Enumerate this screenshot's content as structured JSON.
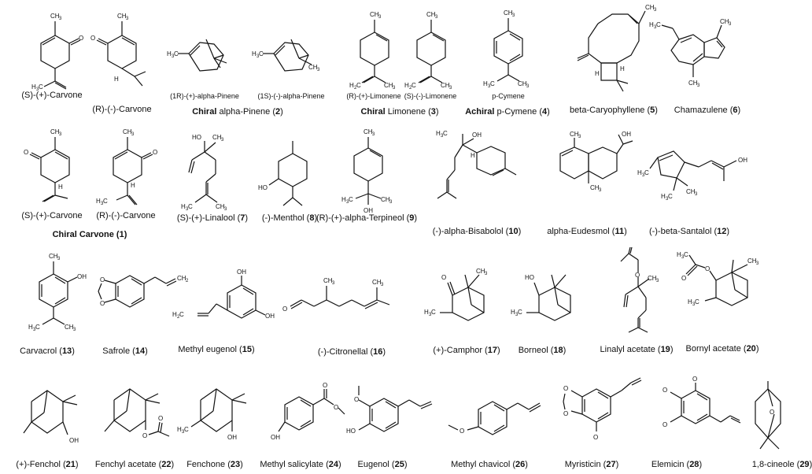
{
  "header": {},
  "row1": {
    "carvone_s_top": "(S)-(+)-Carvone",
    "carvone_r_top": "(R)-(-)-Carvone",
    "pinene_1r": "(1R)-(+)-alpha-Pinene",
    "pinene_1s": "(1S)-(-)-alpha-Pinene",
    "pinene_group_bold": "Chiral",
    "pinene_group_rest": " alpha-Pinene (",
    "pinene_group_num": "2",
    "limonene_r": "(R)-(+)-Limonene",
    "limonene_s": "(S)-(-)-Limonene",
    "limonene_group_bold": "Chiral",
    "limonene_group_rest": " Limonene (",
    "limonene_group_num": "3",
    "pcymene_sub": "p-Cymene",
    "pcymene_bold": "Achiral",
    "pcymene_rest": " p-Cymene (",
    "pcymene_num": "4",
    "caryophyllene": "beta-Caryophyllene (",
    "caryophyllene_num": "5",
    "chamazulene": "Chamazulene (",
    "chamazulene_num": "6"
  },
  "row2": {
    "carvone_s": "(S)-(+)-Carvone",
    "carvone_r": "(R)-(-)-Carvone",
    "carvone_group": "Chiral Carvone (",
    "carvone_group_num": "1",
    "linalool": "(S)-(+)-Linalool (",
    "linalool_num": "7",
    "menthol": "(-)-Menthol (",
    "menthol_num": "8",
    "terpineol": "(R)-(+)-alpha-Terpineol (",
    "terpineol_num": "9",
    "bisabolol": "(-)-alpha-Bisabolol (",
    "bisabolol_num": "10",
    "eudesmol": "alpha-Eudesmol (",
    "eudesmol_num": "11",
    "santalol": "(-)-beta-Santalol (",
    "santalol_num": "12"
  },
  "row3": {
    "carvacrol": "Carvacrol (",
    "carvacrol_num": "13",
    "safrole": "Safrole (",
    "safrole_num": "14",
    "methyl_eugenol": "Methyl eugenol (",
    "methyl_eugenol_num": "15",
    "citronellal": "(-)-Citronellal (",
    "citronellal_num": "16",
    "camphor": "(+)-Camphor (",
    "camphor_num": "17",
    "borneol": "Borneol (",
    "borneol_num": "18",
    "linalyl_acetate": "Linalyl acetate (",
    "linalyl_acetate_num": "19",
    "bornyl_acetate": "Bornyl acetate (",
    "bornyl_acetate_num": "20"
  },
  "row4": {
    "fenchol": "(+)-Fenchol (",
    "fenchol_num": "21",
    "fenchyl_acetate": "Fenchyl acetate (",
    "fenchyl_acetate_num": "22",
    "fenchone": "Fenchone (",
    "fenchone_num": "23",
    "methyl_salicylate": "Methyl salicylate (",
    "methyl_salicylate_num": "24",
    "eugenol": "Eugenol (",
    "eugenol_num": "25",
    "methyl_chavicol": "Methyl chavicol (",
    "methyl_chavicol_num": "26",
    "myristicin": "Myristicin (",
    "myristicin_num": "27",
    "elemicin": "Elemicin (",
    "elemicin_num": "28",
    "cineole": "1,8-cineole (",
    "cineole_num": "29"
  },
  "atoms": {
    "ch3": "CH3",
    "h3c": "H3C",
    "h2c": "H2C",
    "oh": "OH",
    "ho": "HO",
    "o": "O",
    "h": "H",
    "ch2": "CH2"
  },
  "close_paren": ")"
}
